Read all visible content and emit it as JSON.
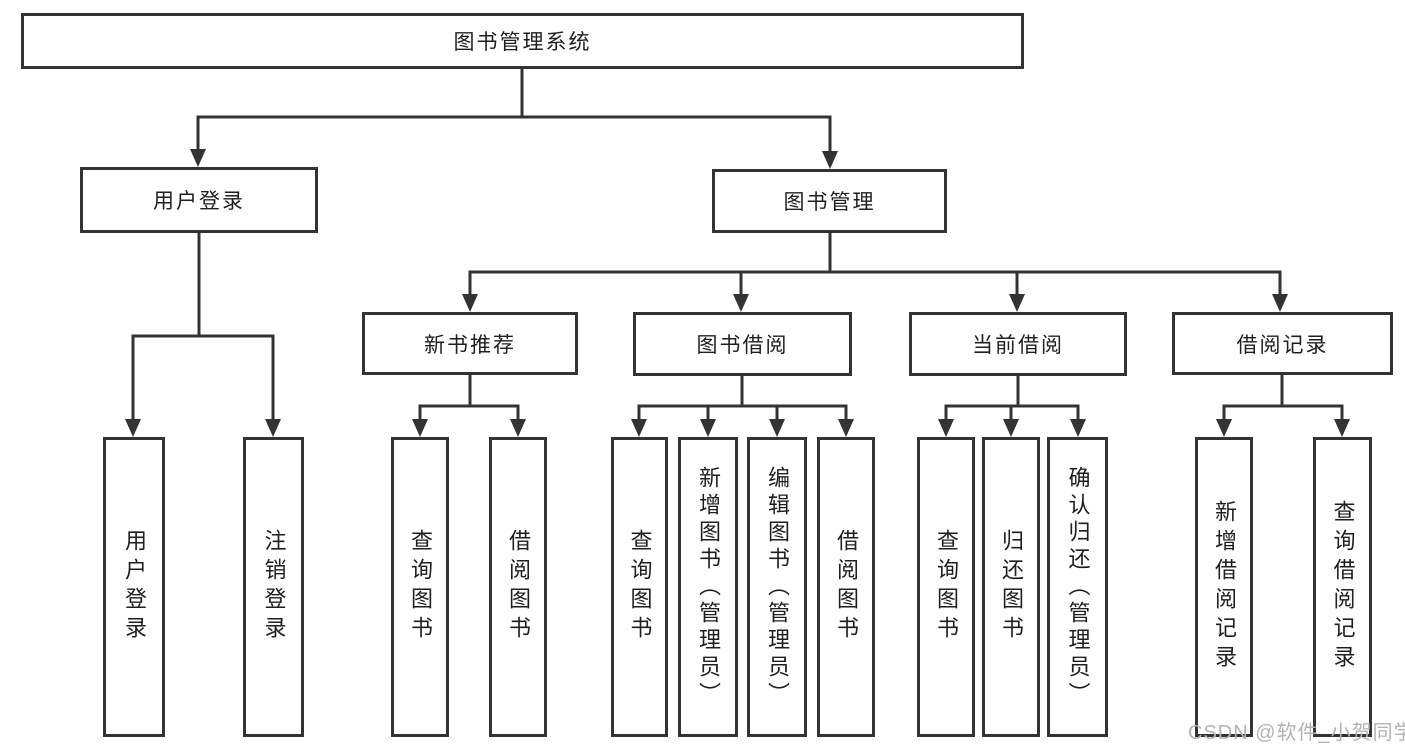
{
  "diagram": {
    "type": "tree",
    "title": "图书管理系统",
    "line_color": "#333333",
    "text_color": "#1f1f1f",
    "nodes": {
      "root": {
        "label": "图书管理系统"
      },
      "user_login": {
        "label": "用户登录"
      },
      "book_mgmt": {
        "label": "图书管理"
      },
      "new_rec": {
        "label": "新书推荐"
      },
      "book_borrow": {
        "label": "图书借阅"
      },
      "current_borrow": {
        "label": "当前借阅"
      },
      "borrow_records": {
        "label": "借阅记录"
      },
      "leaf_user_login": {
        "label": "用户登录"
      },
      "leaf_logout": {
        "label": "注销登录"
      },
      "leaf_rec_query": {
        "label": "查询图书"
      },
      "leaf_rec_borrow": {
        "label": "借阅图书"
      },
      "leaf_bb_query": {
        "label": "查询图书"
      },
      "leaf_bb_add": {
        "label": "新增图书（管理员）"
      },
      "leaf_bb_edit": {
        "label": "编辑图书（管理员）"
      },
      "leaf_bb_borrow": {
        "label": "借阅图书"
      },
      "leaf_cb_query": {
        "label": "查询图书"
      },
      "leaf_cb_return": {
        "label": "归还图书"
      },
      "leaf_cb_confirm": {
        "label": "确认归还（管理员）"
      },
      "leaf_br_add": {
        "label": "新增借阅记录"
      },
      "leaf_br_query": {
        "label": "查询借阅记录"
      }
    },
    "hierarchy": {
      "图书管理系统": {
        "用户登录": [
          "用户登录",
          "注销登录"
        ],
        "图书管理": {
          "新书推荐": [
            "查询图书",
            "借阅图书"
          ],
          "图书借阅": [
            "查询图书",
            "新增图书（管理员）",
            "编辑图书（管理员）",
            "借阅图书"
          ],
          "当前借阅": [
            "查询图书",
            "归还图书",
            "确认归还（管理员）"
          ],
          "借阅记录": [
            "新增借阅记录",
            "查询借阅记录"
          ]
        }
      }
    }
  },
  "watermark": {
    "text": "CSDN @软件_小贺同学",
    "color": "#b3b3b3"
  }
}
